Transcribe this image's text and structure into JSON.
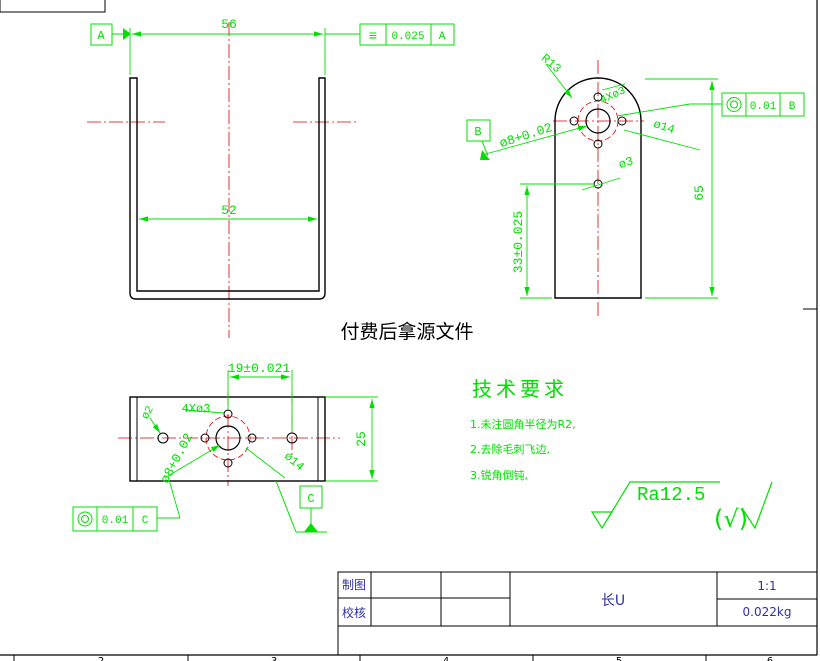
{
  "watermark": "付费后拿源文件",
  "front_view": {
    "datum_a": "A",
    "dim_top": "56",
    "dim_inner": "52",
    "fcf_symbol": "≡",
    "fcf_value": "0.025",
    "fcf_datum": "A"
  },
  "side_view": {
    "radius": "R13",
    "holes": "4Xø3",
    "bore": "ø8+0.02",
    "outer": "ø14",
    "small_hole": "ø3",
    "height": "65",
    "offset": "33±0.025",
    "datum_b": "B",
    "fcf_value": "0.01",
    "fcf_datum": "B"
  },
  "top_view": {
    "spacing": "19±0.021",
    "holes": "4Xø3",
    "hole_side": "ø2",
    "bore": "ø8+0.02",
    "outer": "ø14",
    "width": "25",
    "datum_c": "C",
    "fcf_value": "0.01",
    "fcf_datum": "C"
  },
  "tech_requirements": {
    "title": "技术要求",
    "items": [
      "1.未注圆角半径为R2,",
      "2.去除毛刺飞边,",
      "3.锐角倒钝,"
    ]
  },
  "surface_finish": {
    "value": "Ra12.5",
    "other": "(√)"
  },
  "title_block": {
    "drawn_label": "制图",
    "checked_label": "校核",
    "part_name": "长U",
    "scale": "1:1",
    "weight": "0.022kg"
  },
  "zone_numbers": [
    "2",
    "3",
    "4",
    "5",
    "6"
  ]
}
